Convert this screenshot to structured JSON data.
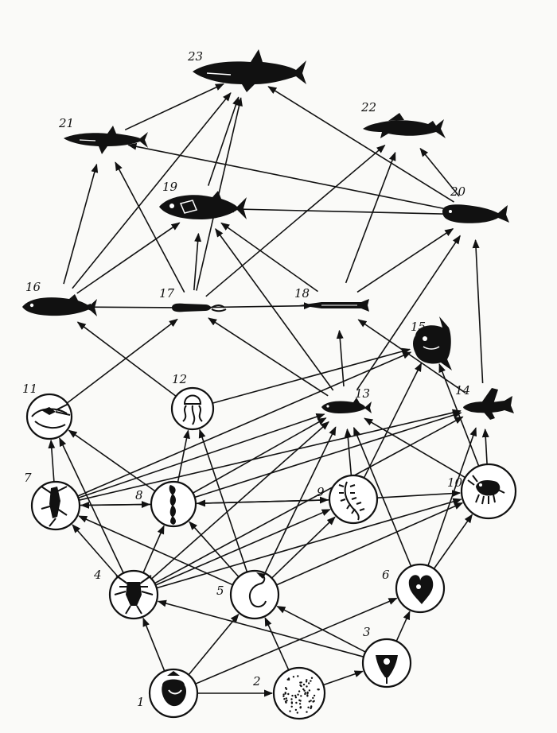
{
  "nodes": [
    {
      "id": "1",
      "label": "1",
      "icon": "mollusc-larva-icon"
    },
    {
      "id": "2",
      "label": "2",
      "icon": "phytoplankton-dots-icon"
    },
    {
      "id": "3",
      "label": "3",
      "icon": "medusa-larva-icon"
    },
    {
      "id": "4",
      "label": "4",
      "icon": "copepod-larva-icon"
    },
    {
      "id": "5",
      "label": "5",
      "icon": "hooked-worm-icon"
    },
    {
      "id": "6",
      "label": "6",
      "icon": "ctenophore-icon"
    },
    {
      "id": "7",
      "label": "7",
      "icon": "shrimp-larva-icon"
    },
    {
      "id": "8",
      "label": "8",
      "icon": "siphonophore-icon"
    },
    {
      "id": "9",
      "label": "9",
      "icon": "polychaete-icon"
    },
    {
      "id": "10",
      "label": "10",
      "icon": "amphipod-icon"
    },
    {
      "id": "11",
      "label": "11",
      "icon": "mysid-icon"
    },
    {
      "id": "12",
      "label": "12",
      "icon": "jellyfish-icon"
    },
    {
      "id": "13",
      "label": "13",
      "icon": "small-fish-icon"
    },
    {
      "id": "14",
      "label": "14",
      "icon": "flying-fish-icon"
    },
    {
      "id": "15",
      "label": "15",
      "icon": "sunfish-icon"
    },
    {
      "id": "16",
      "label": "16",
      "icon": "mackerel-icon"
    },
    {
      "id": "17",
      "label": "17",
      "icon": "squid-icon"
    },
    {
      "id": "18",
      "label": "18",
      "icon": "needlefish-icon"
    },
    {
      "id": "19",
      "label": "19",
      "icon": "tuna-icon"
    },
    {
      "id": "20",
      "label": "20",
      "icon": "dolphinfish-icon"
    },
    {
      "id": "21",
      "label": "21",
      "icon": "small-shark-icon"
    },
    {
      "id": "22",
      "label": "22",
      "icon": "dolphin-icon"
    },
    {
      "id": "23",
      "label": "23",
      "icon": "large-shark-icon"
    }
  ],
  "edges": [
    [
      "1",
      "2"
    ],
    [
      "1",
      "4"
    ],
    [
      "1",
      "5"
    ],
    [
      "1",
      "6"
    ],
    [
      "2",
      "3"
    ],
    [
      "2",
      "5"
    ],
    [
      "3",
      "6"
    ],
    [
      "3",
      "4"
    ],
    [
      "3",
      "5"
    ],
    [
      "4",
      "7"
    ],
    [
      "4",
      "8"
    ],
    [
      "4",
      "9"
    ],
    [
      "4",
      "10"
    ],
    [
      "4",
      "11"
    ],
    [
      "4",
      "13"
    ],
    [
      "4",
      "14"
    ],
    [
      "5",
      "7"
    ],
    [
      "5",
      "8"
    ],
    [
      "5",
      "9"
    ],
    [
      "5",
      "10"
    ],
    [
      "5",
      "12"
    ],
    [
      "5",
      "13"
    ],
    [
      "6",
      "10"
    ],
    [
      "6",
      "13"
    ],
    [
      "6",
      "14"
    ],
    [
      "7",
      "11"
    ],
    [
      "7",
      "8"
    ],
    [
      "7",
      "13"
    ],
    [
      "7",
      "14"
    ],
    [
      "7",
      "15"
    ],
    [
      "8",
      "7"
    ],
    [
      "8",
      "9"
    ],
    [
      "8",
      "11"
    ],
    [
      "8",
      "12"
    ],
    [
      "8",
      "13"
    ],
    [
      "8",
      "14"
    ],
    [
      "9",
      "8"
    ],
    [
      "9",
      "10"
    ],
    [
      "9",
      "13"
    ],
    [
      "9",
      "15"
    ],
    [
      "10",
      "13"
    ],
    [
      "10",
      "14"
    ],
    [
      "10",
      "15"
    ],
    [
      "11",
      "17"
    ],
    [
      "12",
      "15"
    ],
    [
      "12",
      "16"
    ],
    [
      "13",
      "17"
    ],
    [
      "13",
      "18"
    ],
    [
      "13",
      "19"
    ],
    [
      "13",
      "20"
    ],
    [
      "14",
      "18"
    ],
    [
      "14",
      "20"
    ],
    [
      "16",
      "21"
    ],
    [
      "16",
      "19"
    ],
    [
      "16",
      "23"
    ],
    [
      "17",
      "16"
    ],
    [
      "17",
      "18"
    ],
    [
      "17",
      "19"
    ],
    [
      "17",
      "21"
    ],
    [
      "17",
      "22"
    ],
    [
      "17",
      "23"
    ],
    [
      "18",
      "19"
    ],
    [
      "18",
      "20"
    ],
    [
      "18",
      "22"
    ],
    [
      "19",
      "23"
    ],
    [
      "20",
      "19"
    ],
    [
      "20",
      "21"
    ],
    [
      "20",
      "22"
    ],
    [
      "20",
      "23"
    ],
    [
      "21",
      "23"
    ]
  ]
}
